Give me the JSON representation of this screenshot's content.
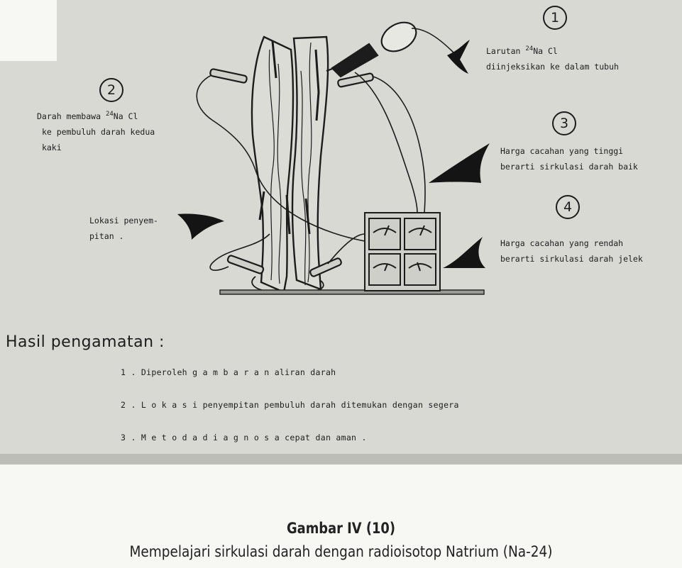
{
  "callouts": {
    "c1": {
      "number": "1",
      "prefix": "Larutan ",
      "sup": "24",
      "suffix": "Na Cl",
      "line2": "diinjeksikan ke dalam tubuh"
    },
    "c2": {
      "number": "2",
      "prefix": "Darah membawa ",
      "sup": "24",
      "suffix": "Na Cl",
      "line2": "ke pembuluh darah kedua",
      "line3": "kaki"
    },
    "c3": {
      "number": "3",
      "line1": "Harga cacahan yang tinggi",
      "line2": "berarti sirkulasi darah baik"
    },
    "c4": {
      "number": "4",
      "line1": "Harga cacahan yang rendah",
      "line2": "berarti sirkulasi darah jelek"
    },
    "lokasi": {
      "line1": "Lokasi penyem-",
      "line2": "pitan ."
    }
  },
  "observations": {
    "title": "Hasil pengamatan :",
    "items": [
      "1 . Diperoleh g a m b a r a n  aliran  darah",
      "2 . L o k a s i  penyempitan pembuluh darah ditemukan dengan segera",
      "3 . M e t o d a  d i a g n o s a  cepat dan aman  ."
    ]
  },
  "caption": {
    "title": "Gambar IV (10)",
    "subtitle": "Mempelajari sirkulasi darah dengan radioisotop Natrium (Na-24)"
  }
}
